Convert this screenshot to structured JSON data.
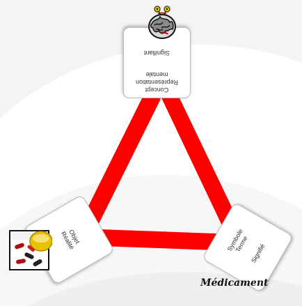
{
  "colors": {
    "triangle": "#ff0000",
    "card_border": "#b9b9b9",
    "card_text": "#333333"
  },
  "cards": {
    "concept": {
      "lines": [
        "Concept",
        "Représentation",
        "mentale"
      ],
      "role": "Signifiant"
    },
    "objet": {
      "lines": [
        "Objet",
        "Réalité"
      ]
    },
    "symbole": {
      "lines": [
        "Symbole",
        "Terme"
      ],
      "role": "Signifié"
    }
  },
  "caption": "Médicament",
  "icons": {
    "top": "brain-icon",
    "left": "pills-icon"
  }
}
